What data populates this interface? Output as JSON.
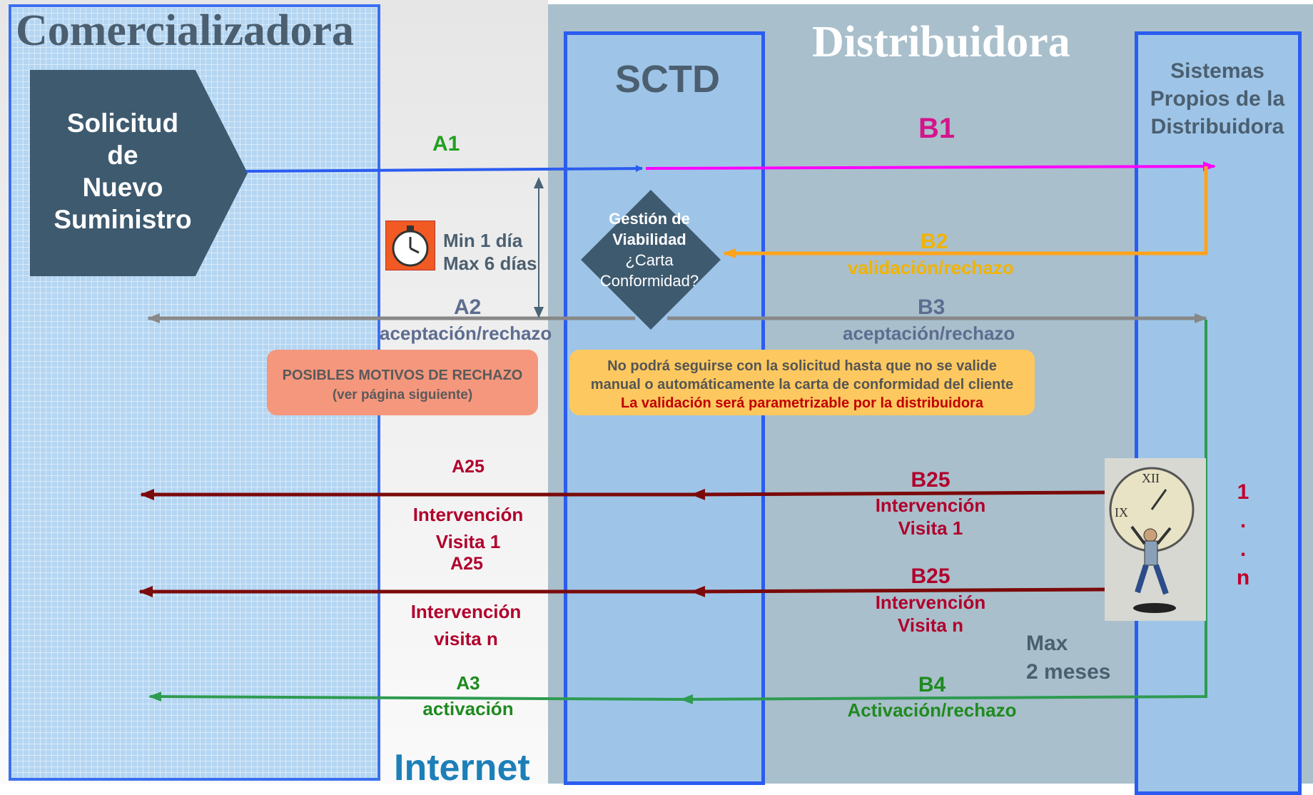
{
  "colors": {
    "flow_blue": "#2b5cf0",
    "b1_magenta": "#ff00ff",
    "b2_orange": "#ffa31a",
    "a2_gray": "#888888",
    "dark_red": "#7b0a0a",
    "green": "#2e9b50",
    "a1_green": "#22a022",
    "label_slate": "#5d6d90",
    "label_red": "#b0002c",
    "b1_label": "#d4148a",
    "b2_label": "#f2b300",
    "b4_label": "#1f8a1f",
    "n_label": "#c0002a"
  },
  "lanes": {
    "comercializadora": "Comercializadora",
    "distribuidora": "Distribuidora",
    "sctd": "SCTD",
    "sistemas": [
      "Sistemas",
      "Propios de la",
      "Distribuidora"
    ],
    "internet": "Internet"
  },
  "start_shape": {
    "lines": [
      "Solicitud",
      "de",
      "Nuevo",
      "Suministro"
    ]
  },
  "decision": {
    "lines": [
      "Gestión de",
      "Viabilidad",
      "¿Carta",
      "Conformidad?"
    ]
  },
  "labels": {
    "a1": "A1",
    "b1": "B1",
    "b2": "B2",
    "b2_sub": "validación/rechazo",
    "time_min": "Min 1 día",
    "time_max": "Max 6 días",
    "a2": "A2",
    "a2_sub": "aceptación/rechazo",
    "b3": "B3",
    "b3_sub": "aceptación/rechazo",
    "a25_1": "A25",
    "a25_1_sub1": "Intervención",
    "a25_1_sub2": "Visita 1",
    "a25_2": "A25",
    "a25_2_sub1": "Intervención",
    "a25_2_sub2": "visita n",
    "b25_1": "B25",
    "b25_1_sub1": "Intervención",
    "b25_1_sub2": "Visita 1",
    "b25_2": "B25",
    "b25_2_sub1": "Intervención",
    "b25_2_sub2": "Visita n",
    "max": "Max",
    "max_sub": "2 meses",
    "a3": "A3",
    "a3_sub": "activación",
    "b4": "B4",
    "b4_sub": "Activación/rechazo",
    "n1": "1",
    "n_dot1": ".",
    "n_dot2": ".",
    "n_n": "n"
  },
  "rechazo_box": {
    "line1": "POSIBLES MOTIVOS DE RECHAZO",
    "line2": "(ver página siguiente)"
  },
  "note_box": {
    "line1": "No podrá seguirse con la solicitud hasta que no se valide",
    "line2": "manual o automáticamente la carta de conformidad del cliente",
    "line3": "La validación será parametrizable por la distribuidora"
  },
  "icons": [
    "stopwatch-icon",
    "clock-man-illustration"
  ]
}
